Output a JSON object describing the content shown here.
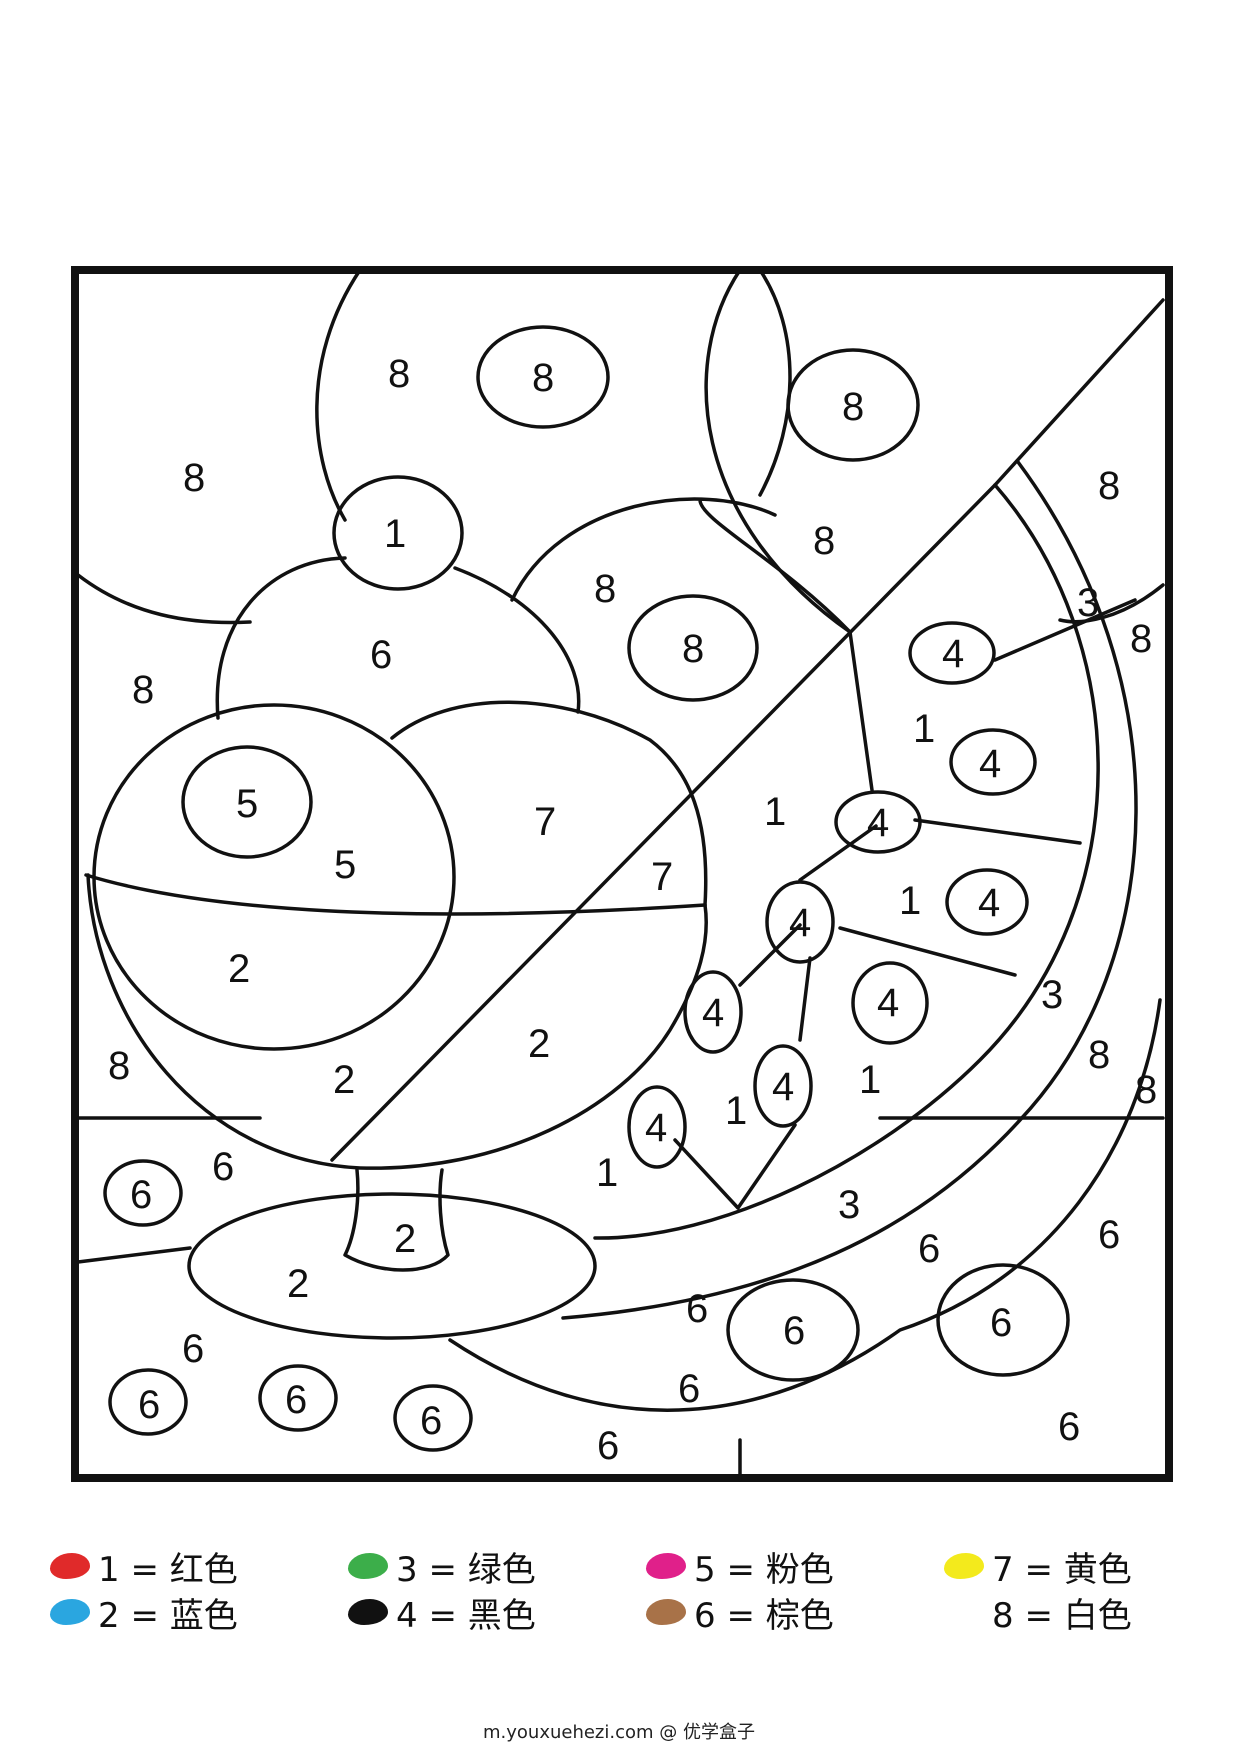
{
  "legend": [
    {
      "label": "1 = 红色",
      "color": "#e02a2a"
    },
    {
      "label": "2 = 蓝色",
      "color": "#2aa6e0"
    },
    {
      "label": "3 = 绿色",
      "color": "#3cae4a"
    },
    {
      "label": "4 = 黑色",
      "color": "#111111"
    },
    {
      "label": "5 = 粉色",
      "color": "#e0208a"
    },
    {
      "label": "6 = 棕色",
      "color": "#a87248"
    },
    {
      "label": "7 = 黄色",
      "color": "#f3ea1c"
    },
    {
      "label": "8 = 白色",
      "color": null
    }
  ],
  "footer": "m.youxuehezi.com @ 优学盒子",
  "numbers": {
    "one": "1",
    "two": "2",
    "three": "3",
    "four": "4",
    "five": "5",
    "six": "6",
    "seven": "7",
    "eight": "8"
  }
}
